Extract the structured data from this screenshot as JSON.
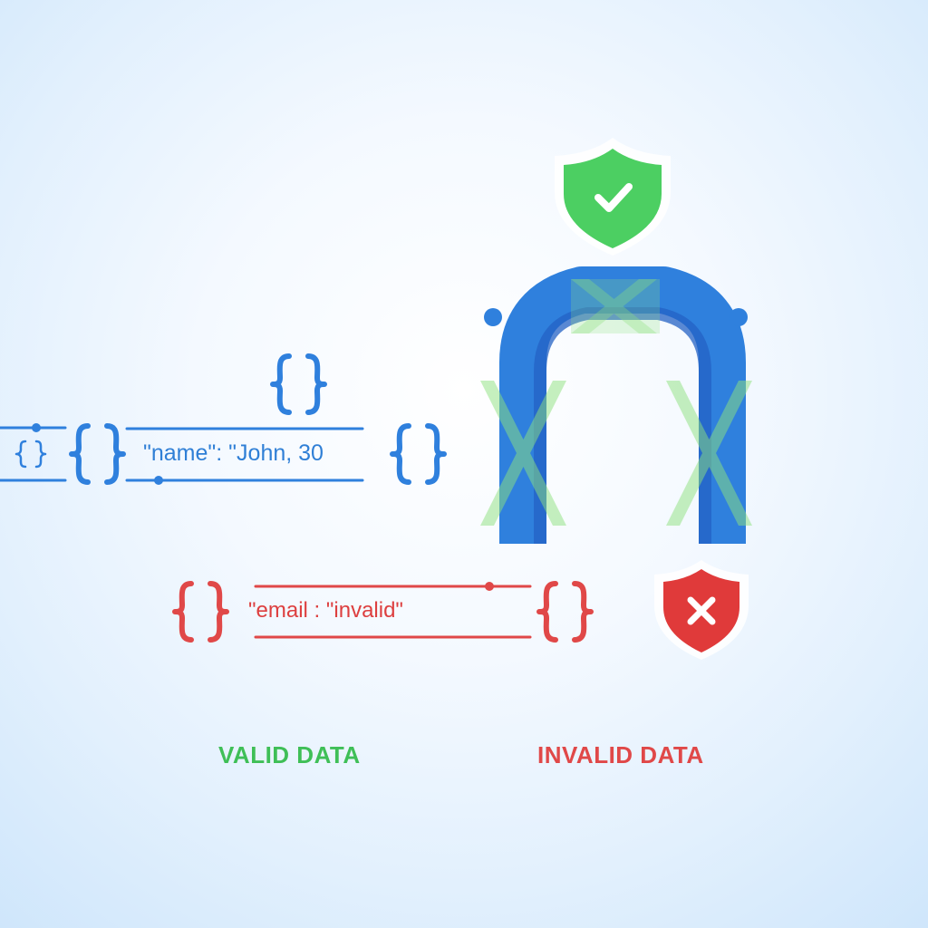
{
  "colors": {
    "valid": "#3fbf57",
    "valid_light": "#7fd98a",
    "invalid": "#e04848",
    "primary_blue": "#2f80dd",
    "dark_blue": "#2462c4"
  },
  "icons": {
    "valid_shield": "shield-check-icon",
    "invalid_shield": "shield-x-icon",
    "gate": "validation-gate-icon",
    "json_object": "json-braces-icon"
  },
  "valid_stream": {
    "json_text": "\"name\": \"John, 30",
    "label": "VALID DATA"
  },
  "invalid_stream": {
    "json_text": "\"email : \"invalid\"",
    "label": "INVALID DATA"
  }
}
